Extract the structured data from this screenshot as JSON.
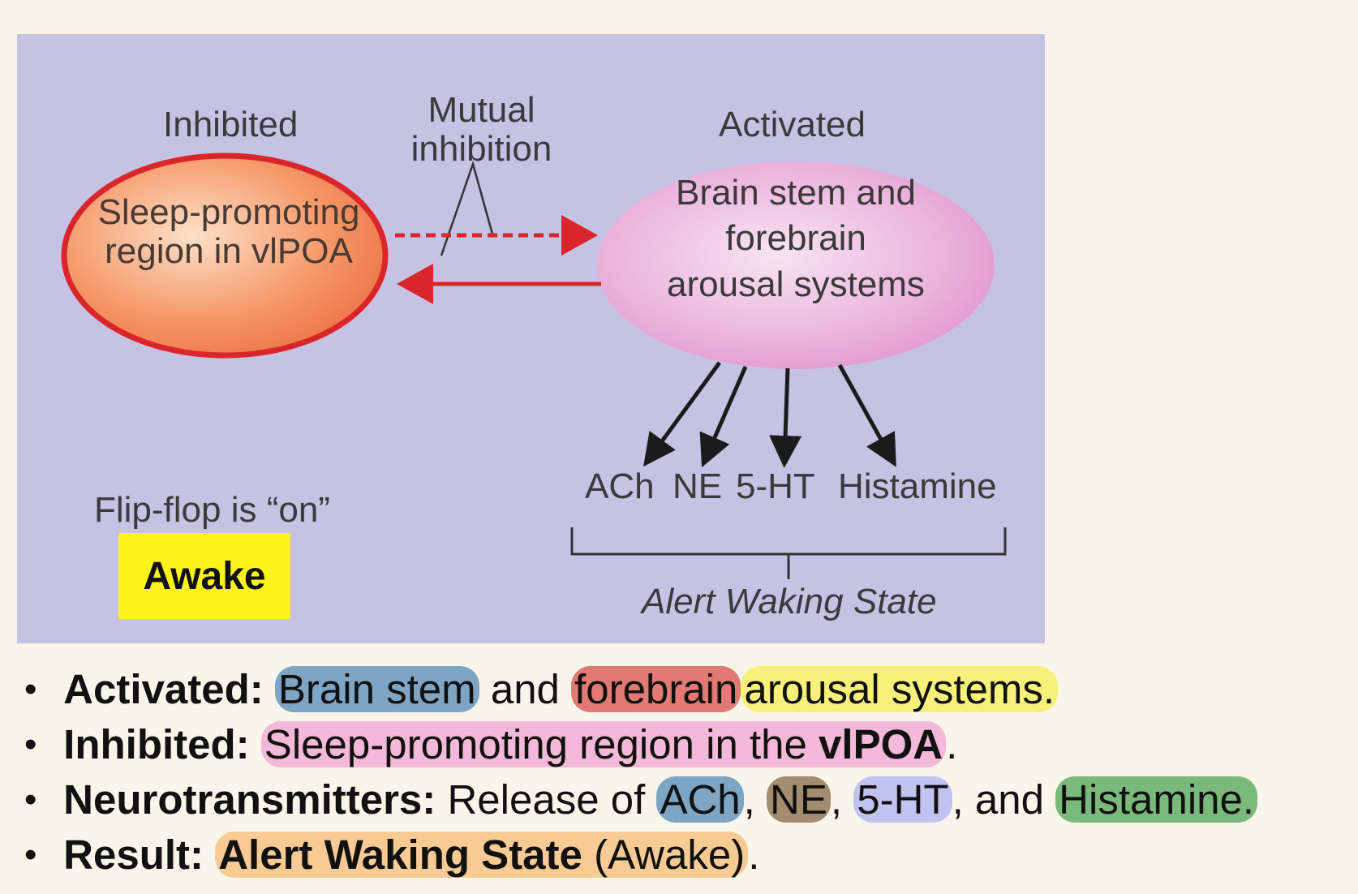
{
  "diagram": {
    "label_inhibited": "Inhibited",
    "label_mutual": "Mutual inhibition",
    "label_activated": "Activated",
    "sleep_region_label": "Sleep-promoting region in vlPOA",
    "arousal_label": "Brain stem and forebrain arousal systems",
    "neurotransmitters": [
      "ACh",
      "NE",
      "5-HT",
      "Histamine"
    ],
    "flip_flop_label": "Flip-flop is “on”",
    "awake_label": "Awake",
    "state_label": "Alert Waking State",
    "colors": {
      "background": "#c6c2e4",
      "sleep_fill": "#f08a5d",
      "sleep_stroke": "#d9262b",
      "arousal_fill": "#e39bd0",
      "inhibit_arrow": "#d9262b",
      "awake_box": "#fbf21a"
    }
  },
  "bullets": [
    {
      "key": "Activated:",
      "parts": [
        "Brain stem",
        " and ",
        "forebrain",
        "arousal systems."
      ]
    },
    {
      "key": "Inhibited:",
      "parts": [
        "Sleep-promoting region in the ",
        "vlPOA",
        "."
      ]
    },
    {
      "key": "Neurotransmitters:",
      "parts": [
        " Release of ",
        "ACh",
        ", ",
        "NE",
        ", ",
        "5-HT",
        ", and ",
        "Histamine."
      ]
    },
    {
      "key": "Result:",
      "parts": [
        "Alert Waking State",
        " (Awake)",
        "."
      ]
    }
  ],
  "bullet_symbol": "•"
}
